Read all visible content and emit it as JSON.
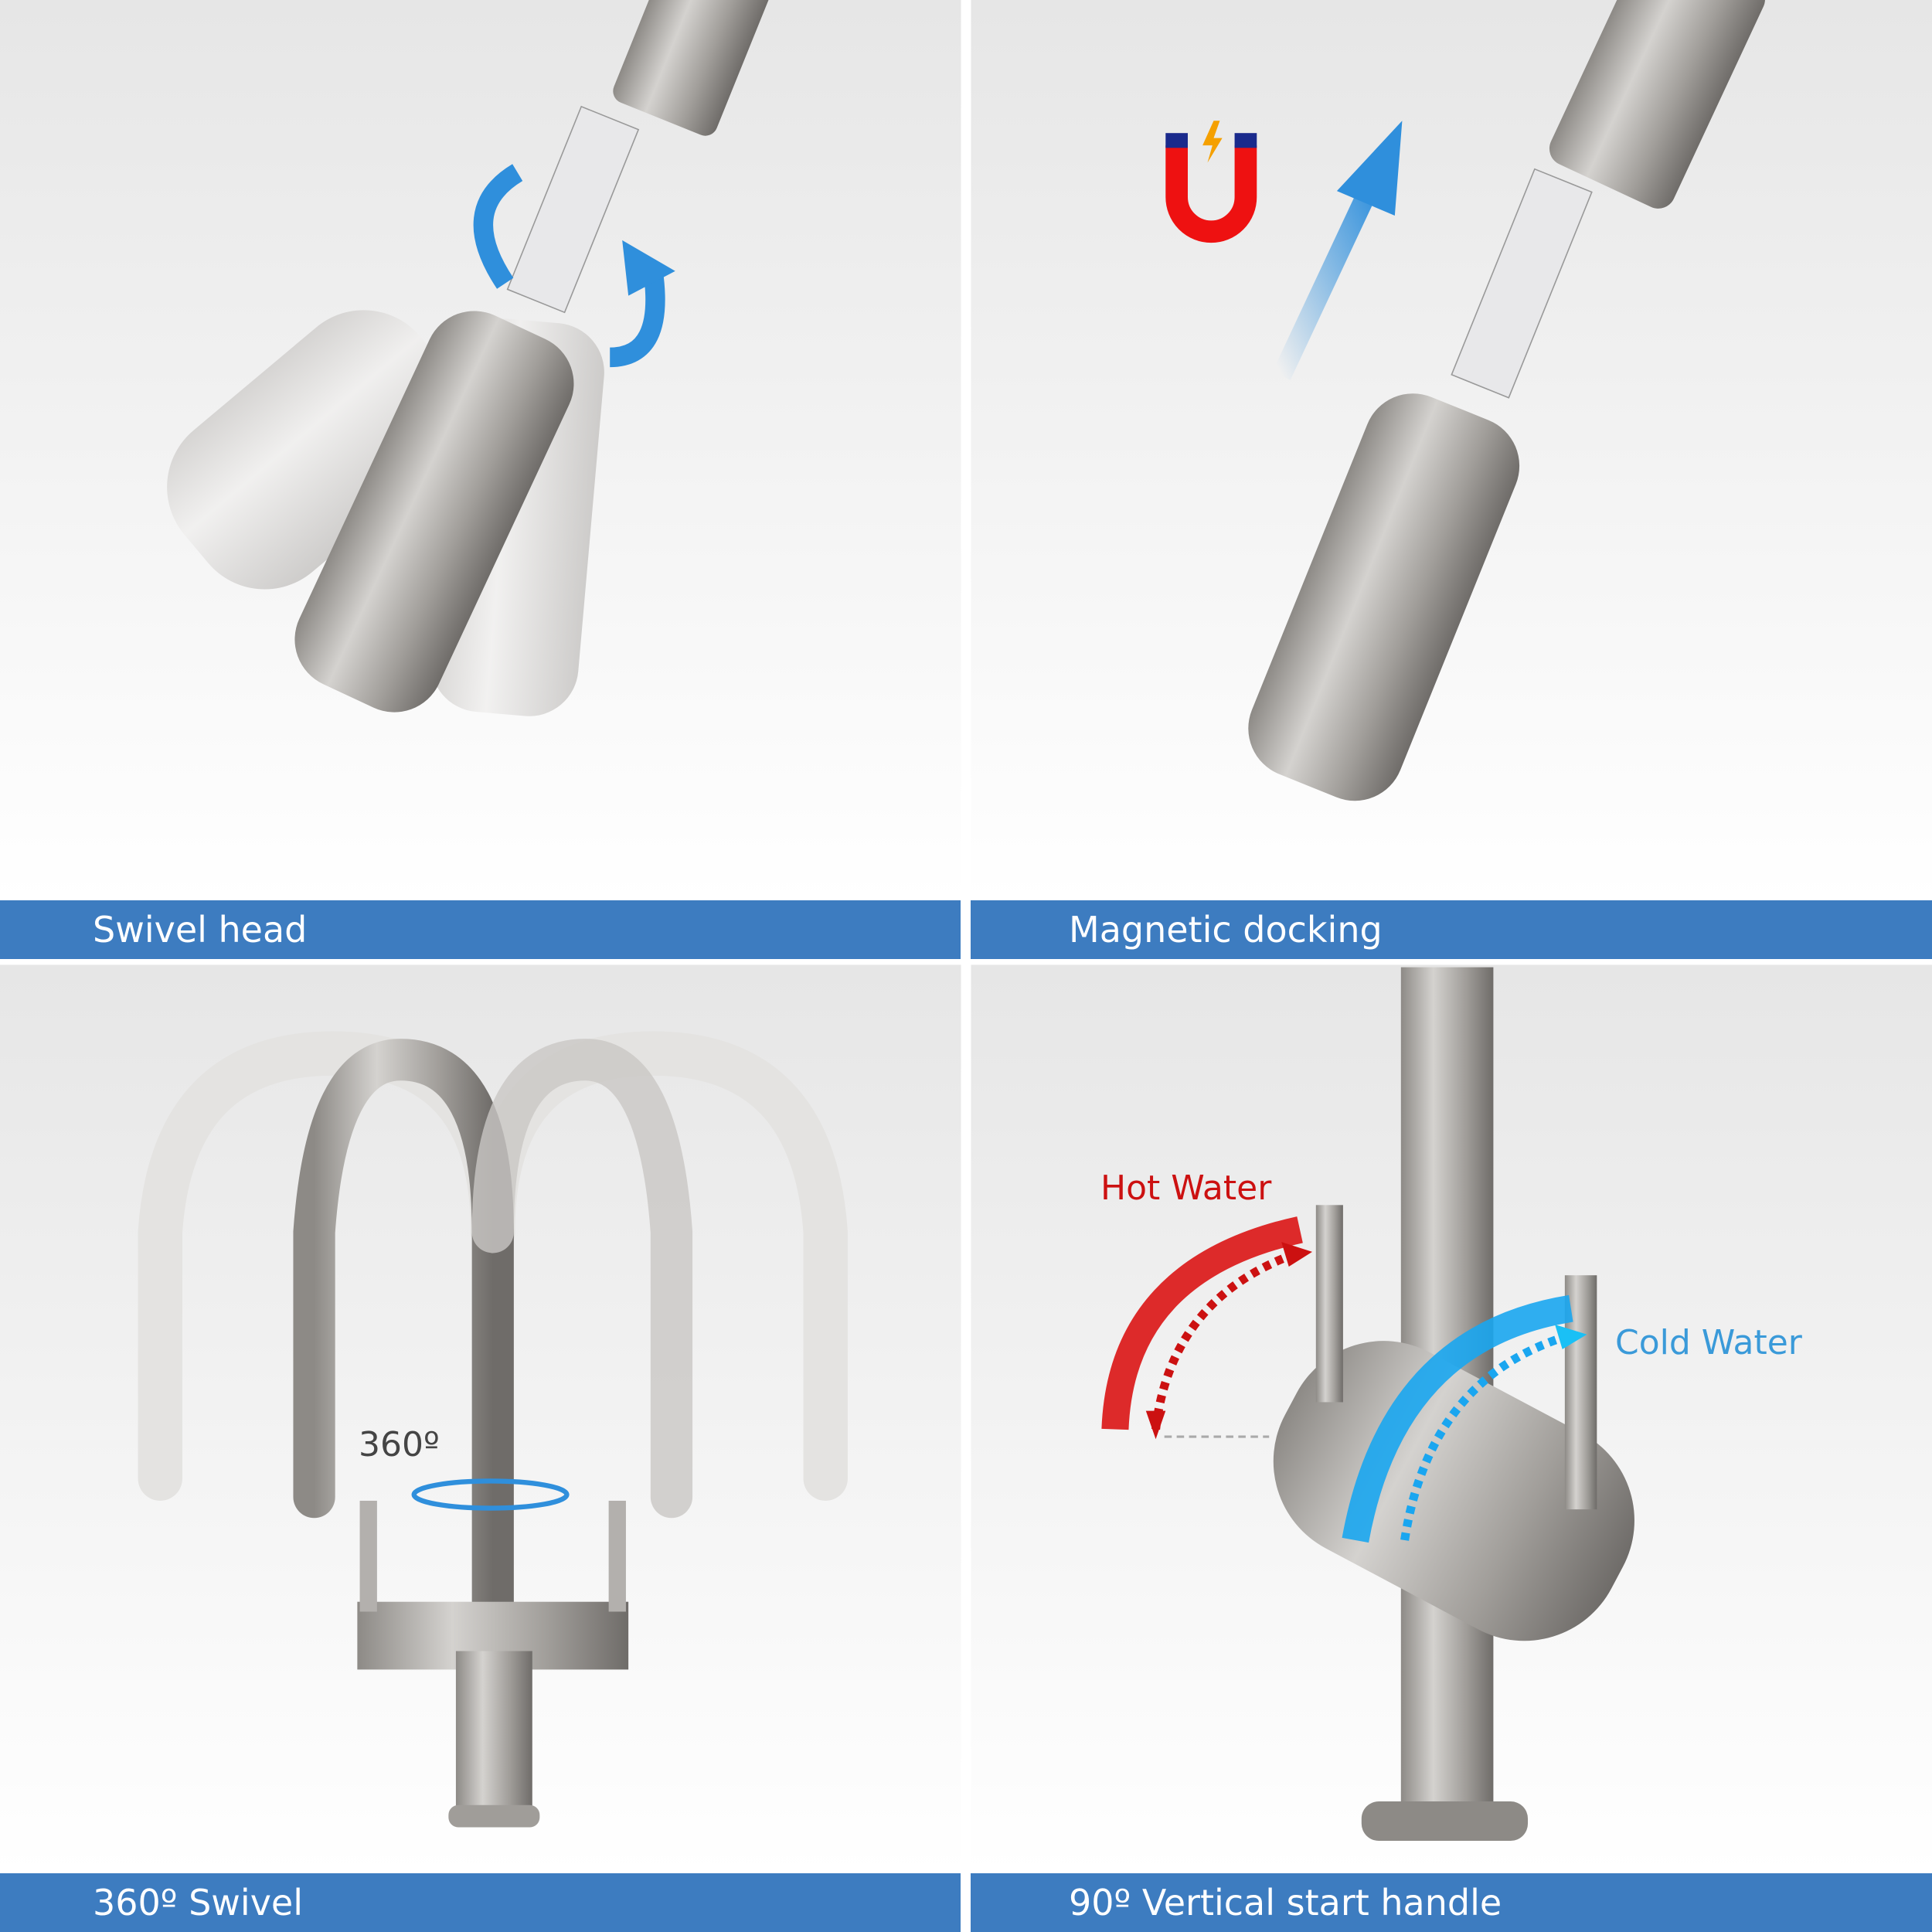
{
  "panels": [
    {
      "caption": "Swivel head"
    },
    {
      "caption": "Magnetic docking"
    },
    {
      "caption": "360º Swivel",
      "annotation": "360º"
    },
    {
      "caption": "90º Vertical start handle",
      "hot_label": "Hot Water",
      "cold_label": "Cold Water"
    }
  ],
  "colors": {
    "banner": "#3d7cc0",
    "hot": "#cc1111",
    "cold": "#3a9ad9",
    "arrow_blue": "#2f8fdc",
    "magnet_red": "#ee1111",
    "magnet_blue": "#1a2a8c"
  },
  "icons": [
    "swivel-arrows-icon",
    "magnet-icon",
    "upward-arrow-icon",
    "rotation-ellipse-icon",
    "hot-arc-arrow-icon",
    "cold-arc-arrow-icon"
  ]
}
